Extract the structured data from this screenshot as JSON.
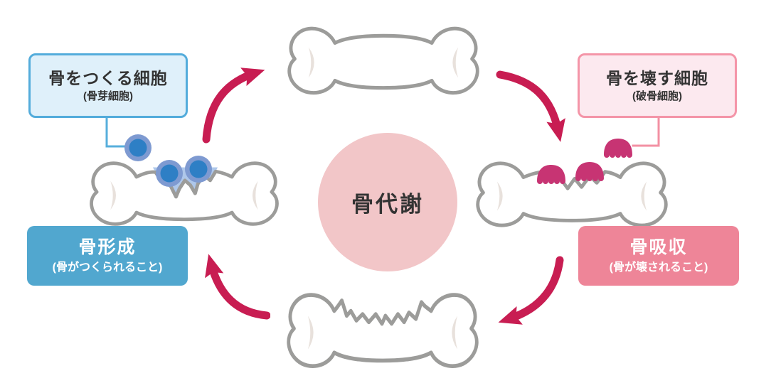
{
  "diagram": {
    "center": {
      "label": "骨代謝"
    },
    "boxes": {
      "osteoblast": {
        "title": "骨をつくる細胞",
        "subtitle": "(骨芽細胞)"
      },
      "osteoclast": {
        "title": "骨を壊す細胞",
        "subtitle": "(破骨細胞)"
      },
      "formation": {
        "title": "骨形成",
        "subtitle": "(骨がつくられること)"
      },
      "resorption": {
        "title": "骨吸収",
        "subtitle": "(骨が壊されること)"
      }
    },
    "icons": {
      "bones": [
        "normal-bone-top",
        "forming-bone-left",
        "resorbing-bone-right",
        "broken-bone-bottom"
      ],
      "cells": [
        "osteoblast-cells-blue",
        "osteoclast-cells-pink"
      ],
      "arrows": [
        "cycle-arrow-up-right",
        "cycle-arrow-down-right",
        "cycle-arrow-down-left",
        "cycle-arrow-up-left"
      ]
    },
    "colors": {
      "arrow_crimson": "#C81D52",
      "callout_blue_border": "#53ACDB",
      "callout_blue_fill": "#DFF0FA",
      "solid_blue": "#51A7CF",
      "callout_pink_border": "#F495A8",
      "callout_pink_fill": "#FCE9EF",
      "solid_pink": "#EE8598",
      "center_circle": "#F2C6C8",
      "bone_outline": "#9C9C9A",
      "bone_highlight": "#E8E1DC",
      "osteoblast_outer": "#7E9AD1",
      "osteoblast_inner": "#2E7FC5",
      "new_bone_patch": "#AEC7EA",
      "osteoclast_pink": "#C73473",
      "connector_blue": "#57AFDC",
      "connector_pink": "#F390A3",
      "text_dark": "#333333",
      "text_white": "#FFFFFF"
    }
  }
}
